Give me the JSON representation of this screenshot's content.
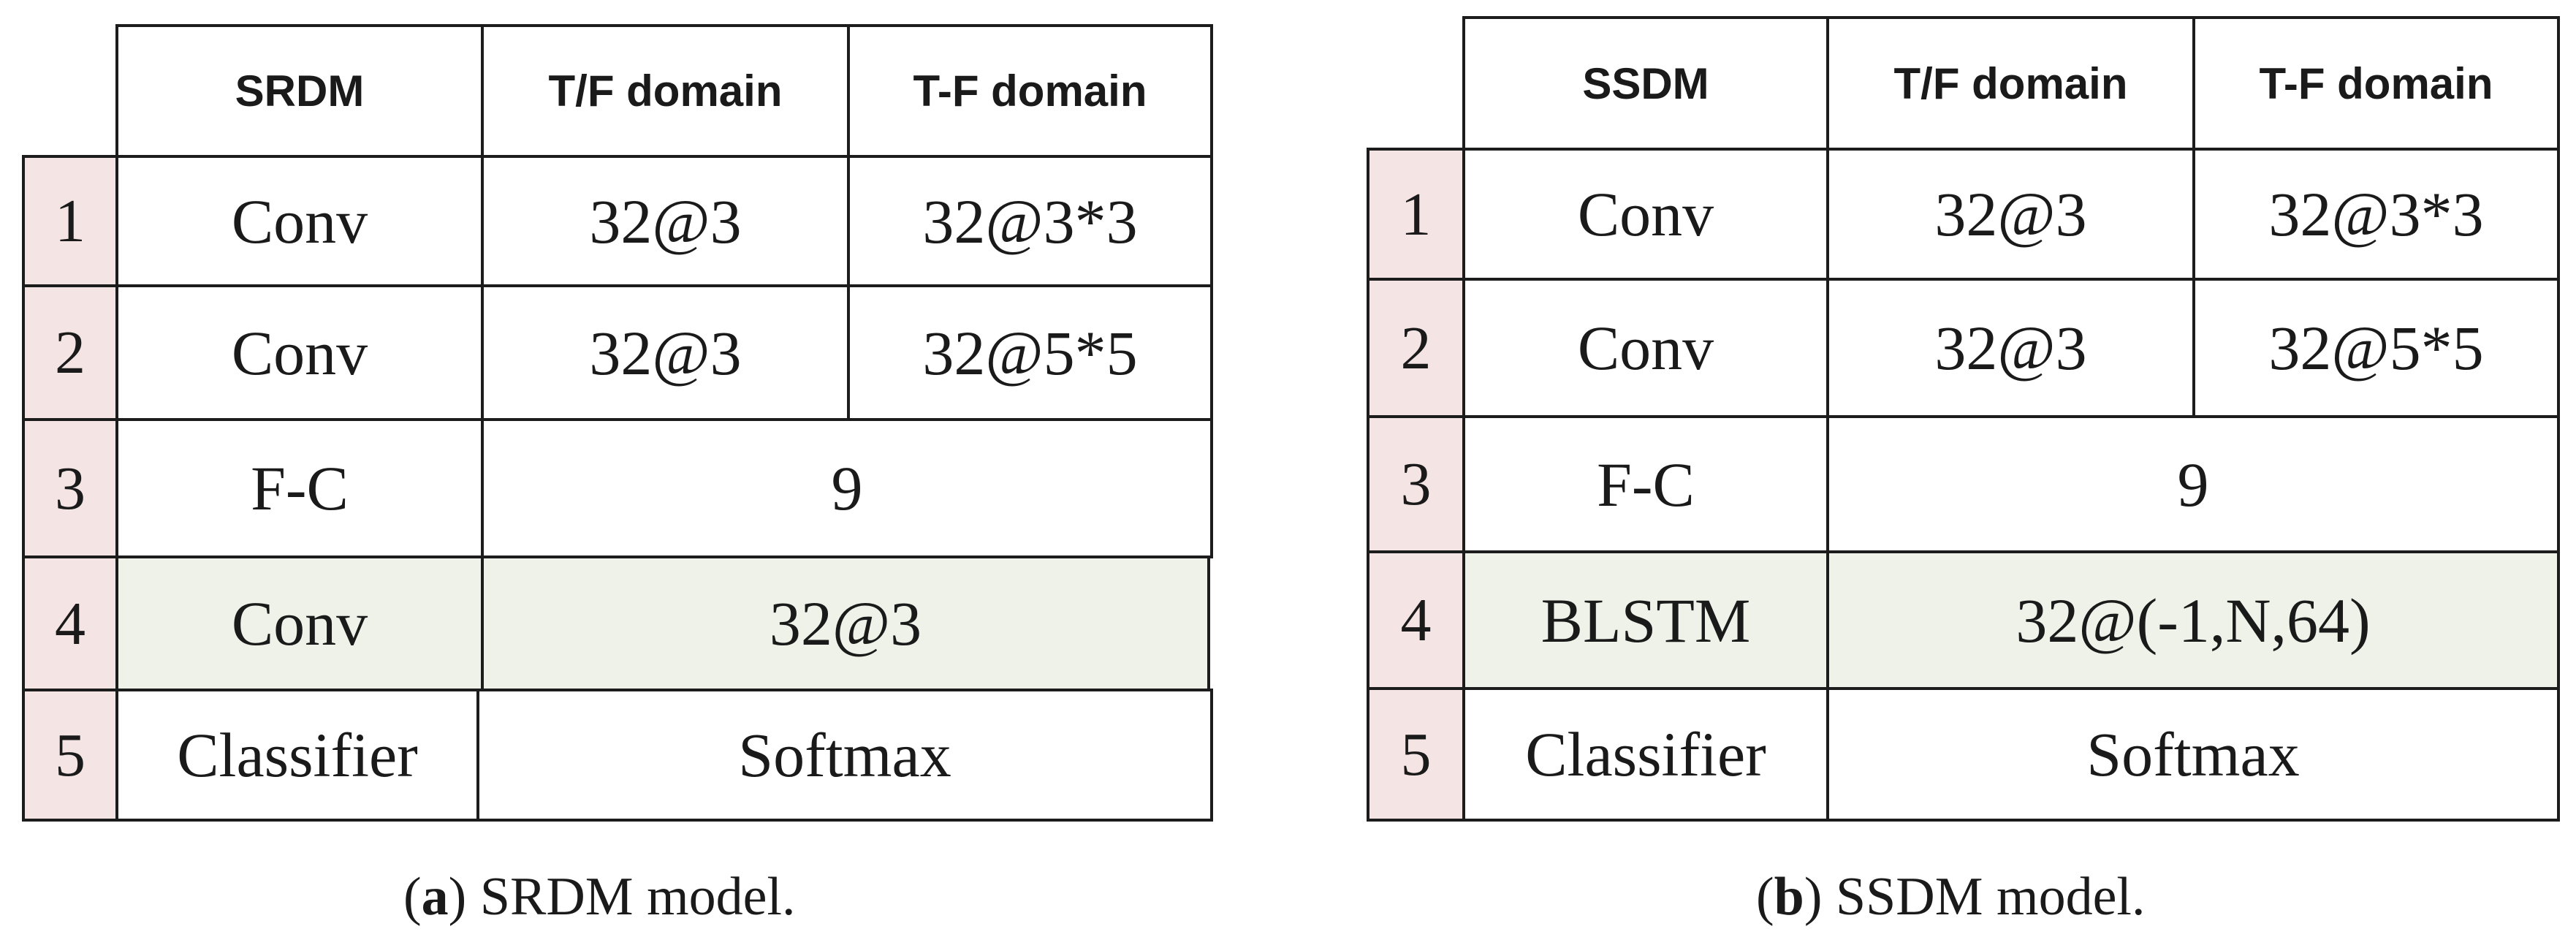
{
  "panel_a": {
    "header": [
      "SRDM",
      "T/F domain",
      "T-F domain"
    ],
    "rows": [
      {
        "num": "1",
        "layer": "Conv",
        "tf": "32@3",
        "t_f": "32@3*3"
      },
      {
        "num": "2",
        "layer": "Conv",
        "tf": "32@3",
        "t_f": "32@5*5"
      },
      {
        "num": "3",
        "layer": "F-C",
        "merged": "9"
      },
      {
        "num": "4",
        "layer": "Conv",
        "merged": "32@3"
      },
      {
        "num": "5",
        "layer": "Classifier",
        "merged": "Softmax"
      }
    ],
    "caption_label": "a",
    "caption_text": "SRDM model."
  },
  "panel_b": {
    "header": [
      "SSDM",
      "T/F domain",
      "T-F domain"
    ],
    "rows": [
      {
        "num": "1",
        "layer": "Conv",
        "tf": "32@3",
        "t_f": "32@3*3"
      },
      {
        "num": "2",
        "layer": "Conv",
        "tf": "32@3",
        "t_f": "32@5*5"
      },
      {
        "num": "3",
        "layer": "F-C",
        "merged": "9"
      },
      {
        "num": "4",
        "layer": "BLSTM",
        "merged": "32@(-1,N,64)"
      },
      {
        "num": "5",
        "layer": "Classifier",
        "merged": "Softmax"
      }
    ],
    "caption_label": "b",
    "caption_text": "SSDM model."
  },
  "colors": {
    "index_fill": "#f4e4e4",
    "highlight_fill": "#eef2e9",
    "border": "#1c1c1c"
  }
}
